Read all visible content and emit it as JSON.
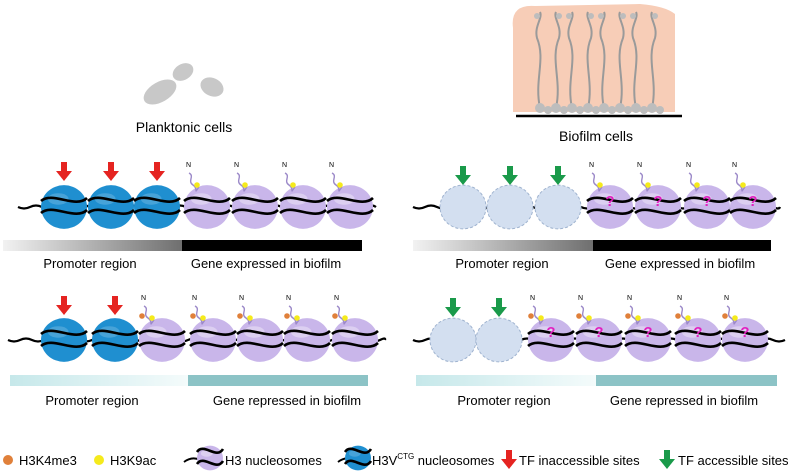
{
  "headers": {
    "planktonic": "Planktonic cells",
    "biofilm": "Biofilm cells"
  },
  "panels": {
    "left_top": {
      "promoter_label": "Promoter region",
      "gene_label": "Gene expressed in biofilm"
    },
    "right_top": {
      "promoter_label": "Promoter region",
      "gene_label": "Gene expressed in biofilm"
    },
    "left_bottom": {
      "promoter_label": "Promoter region",
      "gene_label": "Gene repressed in biofilm"
    },
    "right_bottom": {
      "promoter_label": "Promoter region",
      "gene_label": "Gene repressed in biofilm"
    }
  },
  "glyphs": {
    "n_terminus": "N",
    "question_mark": "?"
  },
  "legend": {
    "h3k4me3": "H3K4me3",
    "h3k9ac": "H3K9ac",
    "h3_nucleosomes": "H3 nucleosomes",
    "h3v_prefix": "H3V",
    "h3v_superscript": "CTG",
    "h3v_suffix": " nucleosomes",
    "tf_inaccessible": "TF inaccessible sites",
    "tf_accessible": "TF accessible sites"
  },
  "colors": {
    "h3v_blue": "#1f8fd0",
    "h3_purple": "#c9b6ea",
    "ghost_nucleosome": "#d3dff0",
    "h3k4me3_orange": "#e0803a",
    "h3k9ac_yellow": "#f5ea1c",
    "inaccessible_red": "#e52421",
    "accessible_green": "#1a9a4a",
    "question_magenta": "#e020c0",
    "expressed_bar": "#000000",
    "repressed_bar": "#8cc3c6",
    "biofilm_matrix": "#f7cdb7",
    "cell_gray": "#c8c8c8"
  }
}
